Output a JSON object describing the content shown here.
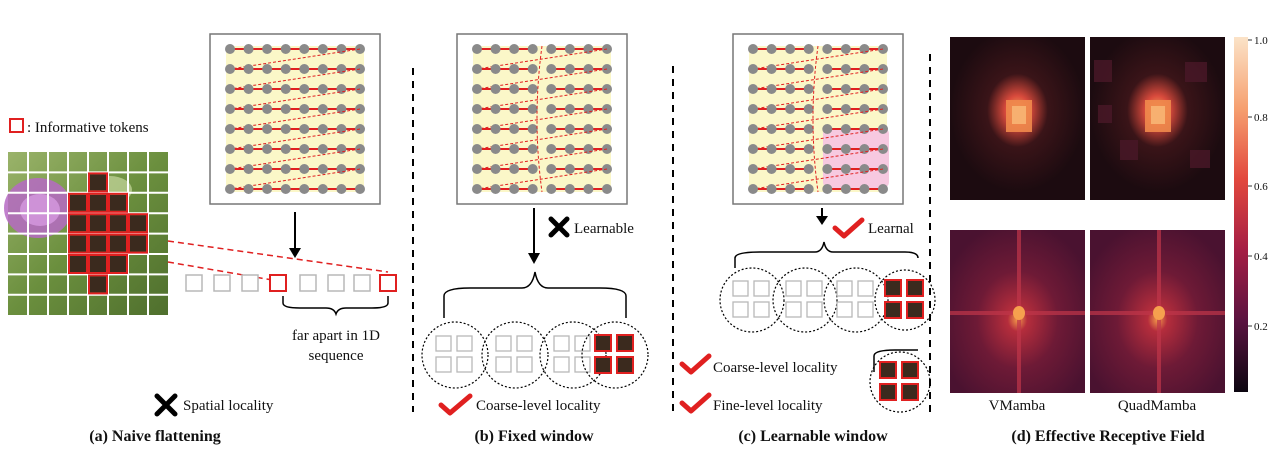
{
  "panel_a": {
    "legend_text": ": Informative tokens",
    "bracket_label_line1": "far apart in 1D",
    "bracket_label_line2": "sequence",
    "locality_label": "Spatial locality",
    "caption": "(a) Naive flattening"
  },
  "panel_b": {
    "learnable_label": "Learnable",
    "coarse_label": "Coarse-level locality",
    "caption": "(b) Fixed window"
  },
  "panel_c": {
    "learnable_label": "Learnal",
    "coarse_label": "Coarse-level locality",
    "fine_label": "Fine-level locality",
    "caption": "(c) Learnable window"
  },
  "panel_d": {
    "label_left": "VMamba",
    "label_right": "QuadMamba",
    "caption": "(d) Effective Receptive Field",
    "colorbar_ticks": [
      "1.0",
      "0.8",
      "0.6",
      "0.4",
      "0.2"
    ]
  },
  "colors": {
    "accent_red": "#e02020",
    "node_gray": "#8a8a8a",
    "grid_bg": "#fbf7c8",
    "highlight_pink": "#f7c9e0"
  }
}
